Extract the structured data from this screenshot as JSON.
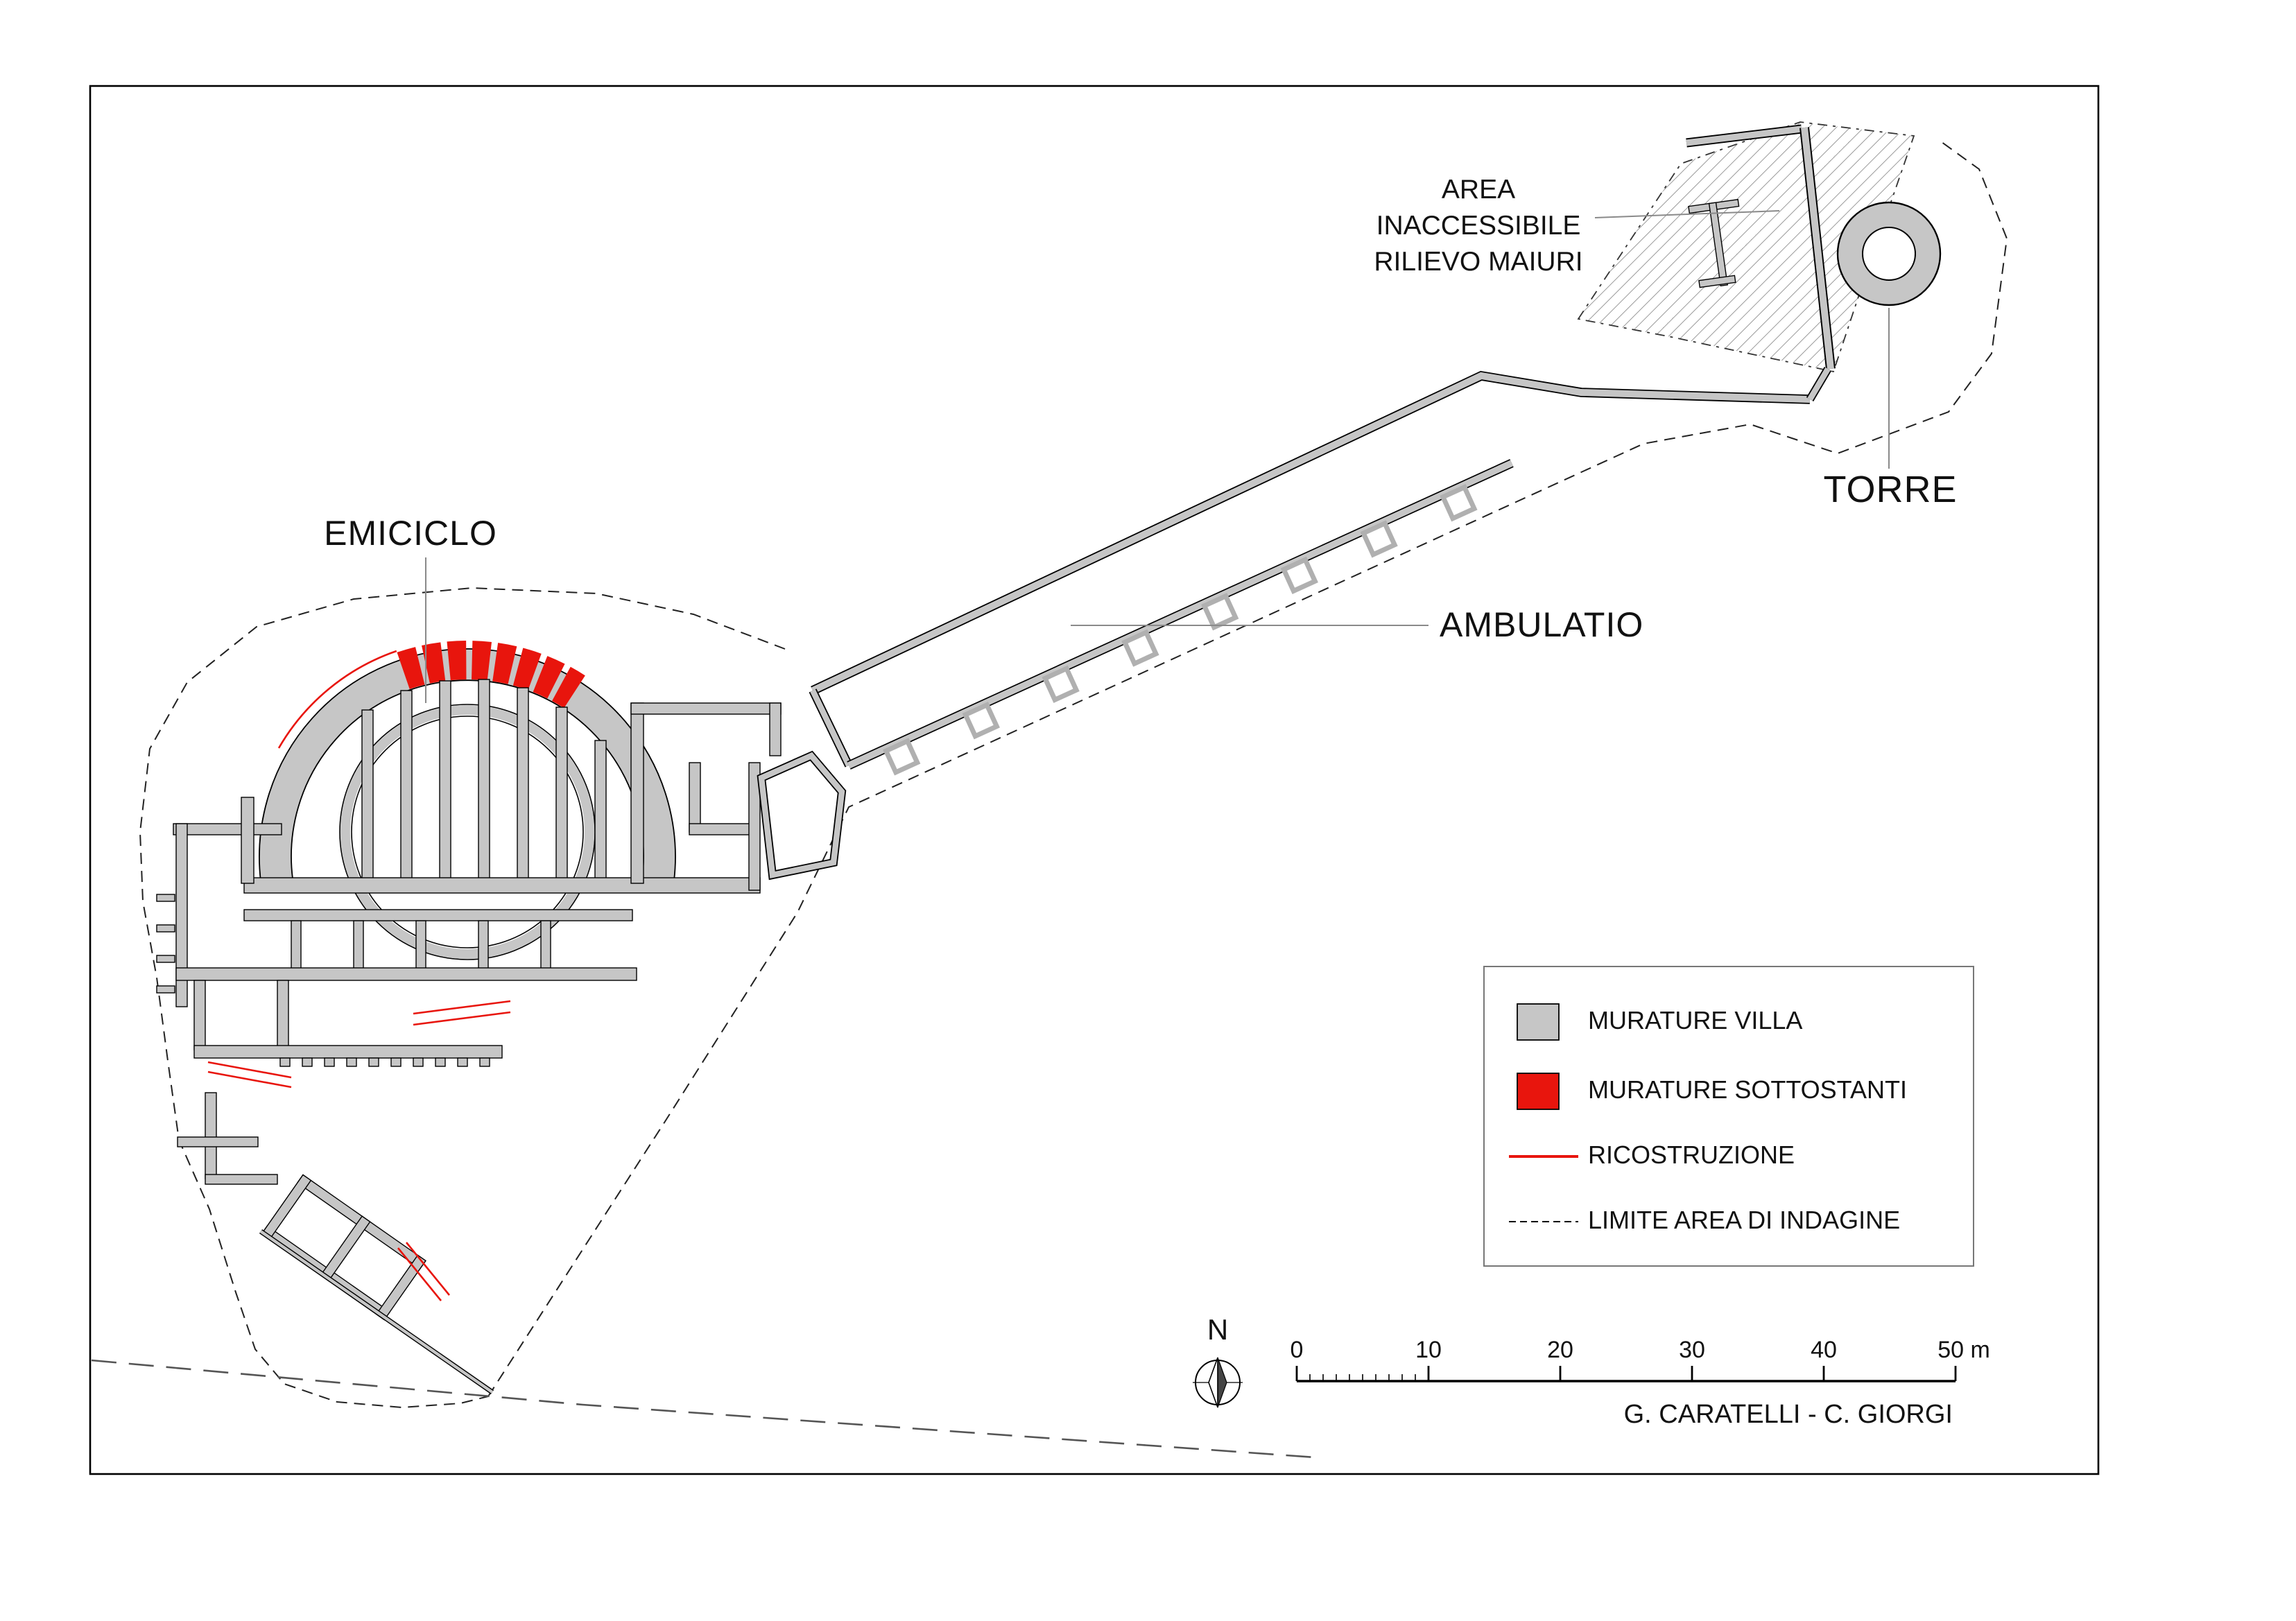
{
  "plan": {
    "labels": {
      "emiciclo": "EMICICLO",
      "ambulatio": "AMBULATIO",
      "torre": "TORRE",
      "area_inaccessibile": [
        "AREA",
        "INACCESSIBILE",
        "RILIEVO MAIURI"
      ]
    },
    "north_label": "N",
    "credit": "G. CARATELLI - C. GIORGI"
  },
  "legend": {
    "items": [
      {
        "label": "MURATURE VILLA",
        "swatch": "gray-fill"
      },
      {
        "label": "MURATURE SOTTOSTANTI",
        "swatch": "red-fill"
      },
      {
        "label": "RICOSTRUZIONE",
        "swatch": "red-line"
      },
      {
        "label": "LIMITE AREA DI INDAGINE",
        "swatch": "black-dashed-line"
      }
    ]
  },
  "scale_bar": {
    "tick_labels": [
      "0",
      "10",
      "20",
      "30",
      "40",
      "50 m"
    ]
  },
  "colors": {
    "murature_villa_gray": "#c6c6c6",
    "murature_sottostanti_red": "#e8150d",
    "ink_black": "#000000"
  }
}
